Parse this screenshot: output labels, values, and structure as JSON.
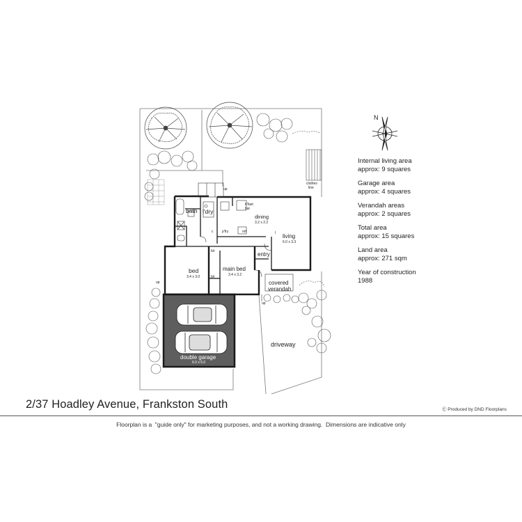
{
  "rooms": {
    "bath": "bath",
    "laundry": "l'dry",
    "breakfast_bar_1": "b'fast",
    "breakfast_bar_2": "bar",
    "dining": "dining",
    "dining_dim": "3.2 x 2.2",
    "living": "living",
    "living_dim": "6.0 x 3.3",
    "pantry": "p'fry",
    "fridge": "ref",
    "linen": "l",
    "robe_c": "c",
    "bed": "bed",
    "bed_dim": "3.4 x 3.0",
    "main_bed": "main bed",
    "main_bed_dim": "3.4 x 3.2",
    "built_in_robe_1": "b/r",
    "built_in_robe_2": "b/r",
    "entry": "entry",
    "covered_verandah_1": "covered",
    "covered_verandah_2": "verandah",
    "double_garage": "double garage",
    "garage_dim": "6.0 x 6.0",
    "driveway": "driveway",
    "clothes_line_1": "clothes",
    "clothes_line_2": "line",
    "up_1": "up",
    "up_2": "up",
    "up_3": "up",
    "north": "N"
  },
  "info": {
    "internal_living": [
      "Internal living area",
      "approx: 9 squares"
    ],
    "garage": [
      "Garage area",
      "approx: 4 squares"
    ],
    "verandah": [
      "Verandah areas",
      "approx: 2 squares"
    ],
    "total": [
      "Total area",
      "approx: 15 squares"
    ],
    "land": [
      "Land area",
      "approx: 271 sqm"
    ],
    "year": [
      "Year of construction",
      "1988"
    ]
  },
  "address": "2/37 Hoadley Avenue, Frankston South",
  "credit": "Ⓒ Produced by DND Floorplans",
  "disclaimer": "Floorplan is a  \"guide only\" for marketing purposes, and not a working drawing.  Dimensions are indicative only",
  "colors": {
    "garage_fill": "#5e5e5e",
    "wall": "#1a1a1a",
    "line": "#666666"
  }
}
